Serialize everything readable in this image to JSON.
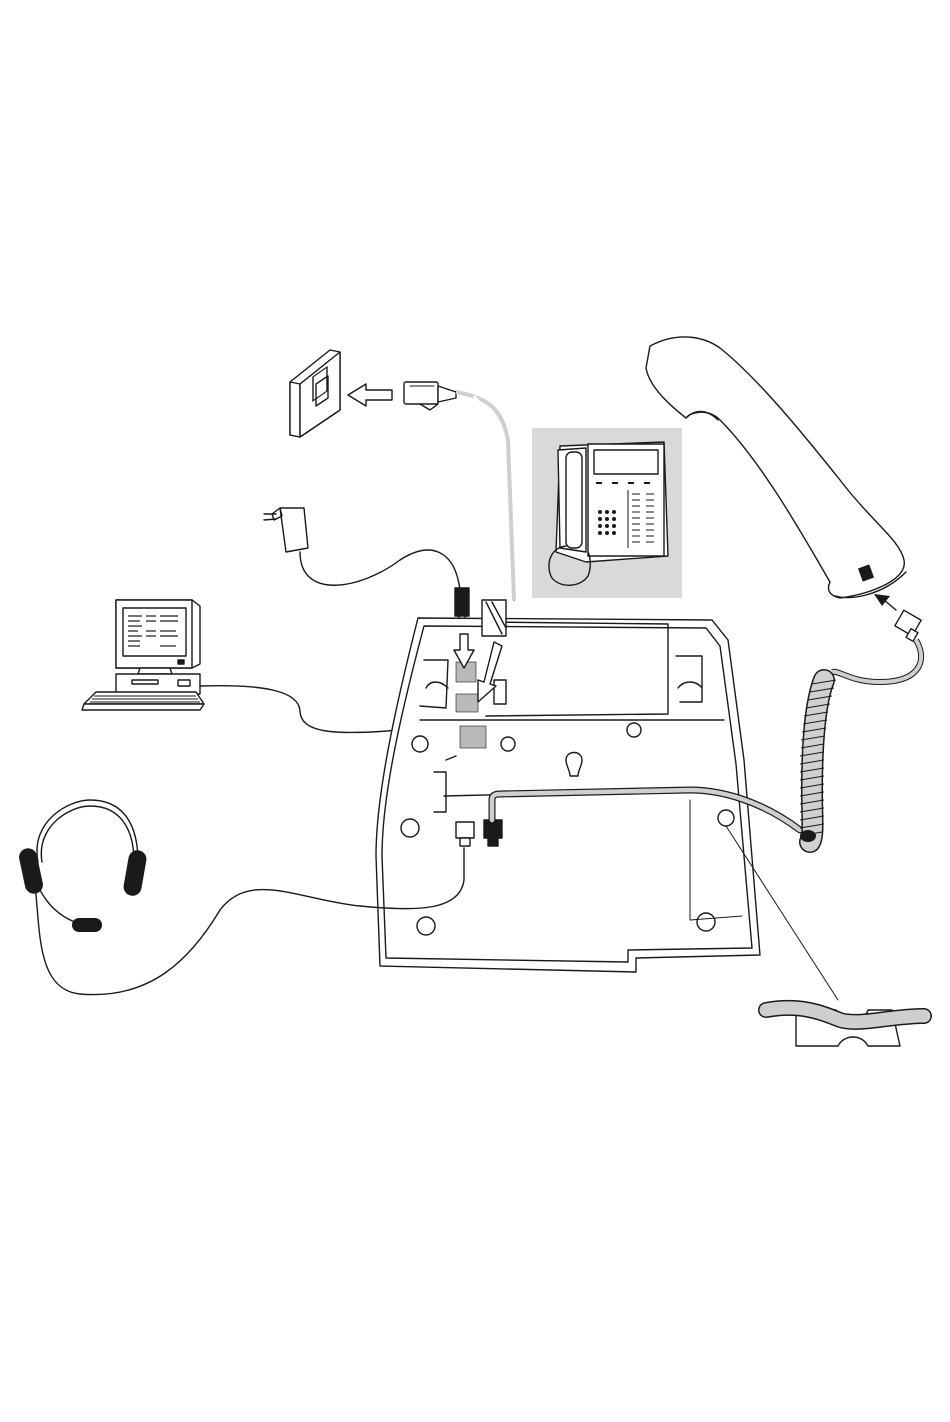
{
  "diagram": {
    "type": "telephone-installation-illustration",
    "colors": {
      "background": "#ffffff",
      "stroke": "#1a1a1a",
      "inset_panel": "#d9d9d9",
      "cable_fill": "#cfcfcf",
      "port_fill": "#b9b9b9"
    },
    "components": [
      {
        "name": "wall-socket",
        "icon": "wall-socket-icon"
      },
      {
        "name": "line-cable-plug",
        "icon": "rj-plug-icon"
      },
      {
        "name": "power-adapter",
        "icon": "power-adapter-icon"
      },
      {
        "name": "computer",
        "icon": "computer-icon"
      },
      {
        "name": "headset",
        "icon": "headset-icon"
      },
      {
        "name": "handset",
        "icon": "handset-icon"
      },
      {
        "name": "coiled-handset-cord",
        "icon": "coiled-cord-icon"
      },
      {
        "name": "telephone-base-underside",
        "icon": "telephone-base-icon"
      },
      {
        "name": "telephone-front-view-inset",
        "icon": "telephone-icon"
      },
      {
        "name": "cable-routing-detail",
        "icon": "cable-clip-icon"
      }
    ]
  }
}
